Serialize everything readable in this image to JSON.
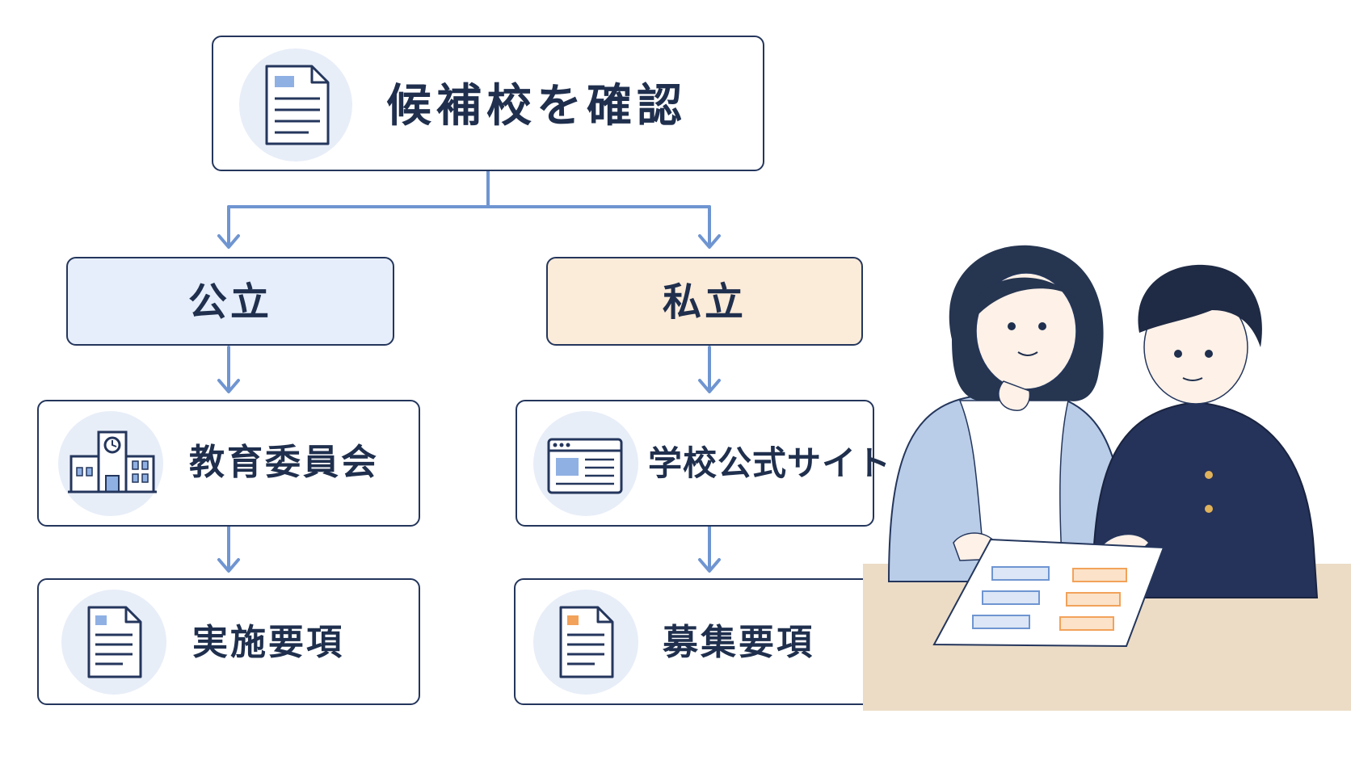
{
  "title": {
    "label": "候補校を確認",
    "icon": "document-icon"
  },
  "branches": {
    "public": {
      "label": "公立",
      "color": "#e6eefb",
      "steps": [
        {
          "label": "教育委員会",
          "icon": "school-building-icon"
        },
        {
          "label": "実施要項",
          "icon": "document-icon"
        }
      ]
    },
    "private": {
      "label": "私立",
      "color": "#fbebd9",
      "steps": [
        {
          "label": "学校公式サイト",
          "icon": "website-icon"
        },
        {
          "label": "募集要項",
          "icon": "document-icon"
        }
      ]
    }
  },
  "colors": {
    "border": "#24365c",
    "arrow": "#6f95d1",
    "text": "#1f2f4d",
    "icon_bg": "#e8eef8",
    "accent_orange": "#f2a25a",
    "desk": "#ecdcc6"
  },
  "illustration": {
    "subject": "parent-and-student-reviewing-flowchart",
    "icon": "people-illustration"
  }
}
